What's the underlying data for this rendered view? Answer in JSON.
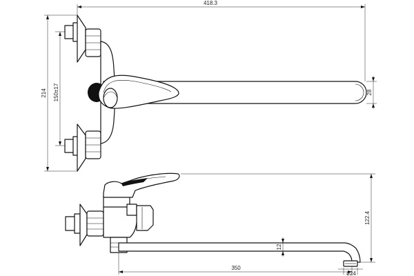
{
  "dimensions": {
    "total_length": "418.3",
    "overall_height": "214",
    "inlet_spacing": "150±17",
    "spout_height": "28",
    "body_height": "122.4",
    "spout_thickness": "12",
    "spout_reach": "350",
    "outlet_diameter": "ø24"
  }
}
